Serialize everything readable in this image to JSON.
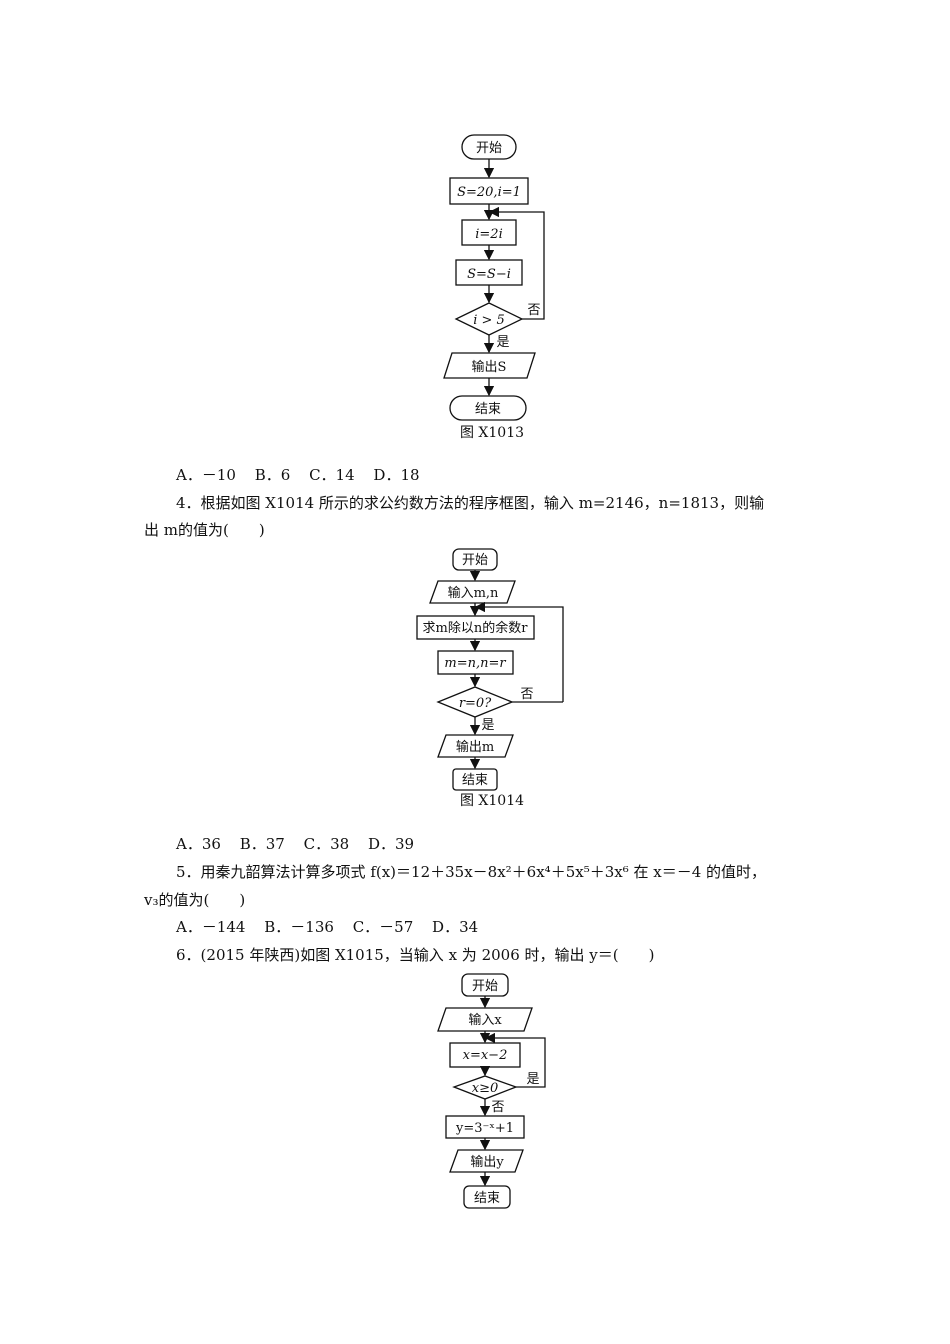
{
  "fig1": {
    "start": "开始",
    "init": "S=20,i=1",
    "step1": "i=2i",
    "step2": "S=S−i",
    "cond": "i > 5",
    "no": "否",
    "yes": "是",
    "output": "输出S",
    "end": "结束",
    "caption": "图 X1013"
  },
  "q3": {
    "options": [
      "A．－10",
      "B．6",
      "C．14",
      "D．18"
    ]
  },
  "q4": {
    "line1": "4．根据如图 X1014 所示的求公约数方法的程序框图，输入 m=2146，n=1813，则输",
    "line2": "出 m的值为(　　)",
    "options": [
      "A．36",
      "B．37",
      "C．38",
      "D．39"
    ]
  },
  "fig2": {
    "start": "开始",
    "input": "输入m,n",
    "step1": "求m除以n的余数r",
    "step2": "m=n,n=r",
    "cond": "r=0?",
    "no": "否",
    "yes": "是",
    "output": "输出m",
    "end": "结束",
    "caption": "图 X1014"
  },
  "q5": {
    "line1": "5．用秦九韶算法计算多项式 f(x)＝12＋35x－8x²＋6x⁴＋5x⁵＋3x⁶ 在 x＝－4 的值时，",
    "line2": "v₃的值为(　　)",
    "options": [
      "A．－144",
      "B．－136",
      "C．－57",
      "D．34"
    ]
  },
  "q6": {
    "line1": "6．(2015 年陕西)如图 X1015，当输入 x 为 2006 时，输出 y＝(　　)"
  },
  "fig3": {
    "start": "开始",
    "input": "输入x",
    "step1": "x=x−2",
    "cond": "x≥0",
    "yes": "是",
    "no": "否",
    "calc": "y=3⁻ˣ+1",
    "output": "输出y",
    "end": "结束"
  }
}
